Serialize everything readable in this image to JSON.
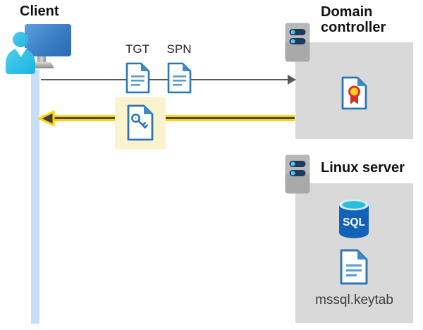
{
  "client": {
    "label": "Client"
  },
  "flow": {
    "tgt_label": "TGT",
    "spn_label": "SPN"
  },
  "domain_controller": {
    "label": "Domain controller"
  },
  "linux_server": {
    "label": "Linux server",
    "sql_label": "SQL",
    "keytab_filename": "mssql.keytab"
  },
  "icons": [
    "user-icon",
    "monitor-icon",
    "lifeline-bar",
    "request-arrow",
    "response-arrow",
    "tgt-document-icon",
    "spn-document-icon",
    "key-document-icon",
    "server-icon",
    "certificate-icon",
    "sql-database-icon",
    "keytab-document-icon"
  ],
  "colors": {
    "request_arrow_gray": "#595959",
    "response_arrow_yellow": "#FFD400",
    "response_arrow_core": "#464646",
    "highlight_box_yellow": "#FBF3CE",
    "panel_gray": "#D9D9D9",
    "document_blue": "#2E75B6",
    "client_cyan": "#29C1E7",
    "monitor_blue": "#3B7EC6",
    "sql_database_blue": "#1263B8",
    "lifeline_blue": "#C8DDF8",
    "certificate_red": "#CF2E2E",
    "certificate_yellow": "#FFD21E"
  }
}
